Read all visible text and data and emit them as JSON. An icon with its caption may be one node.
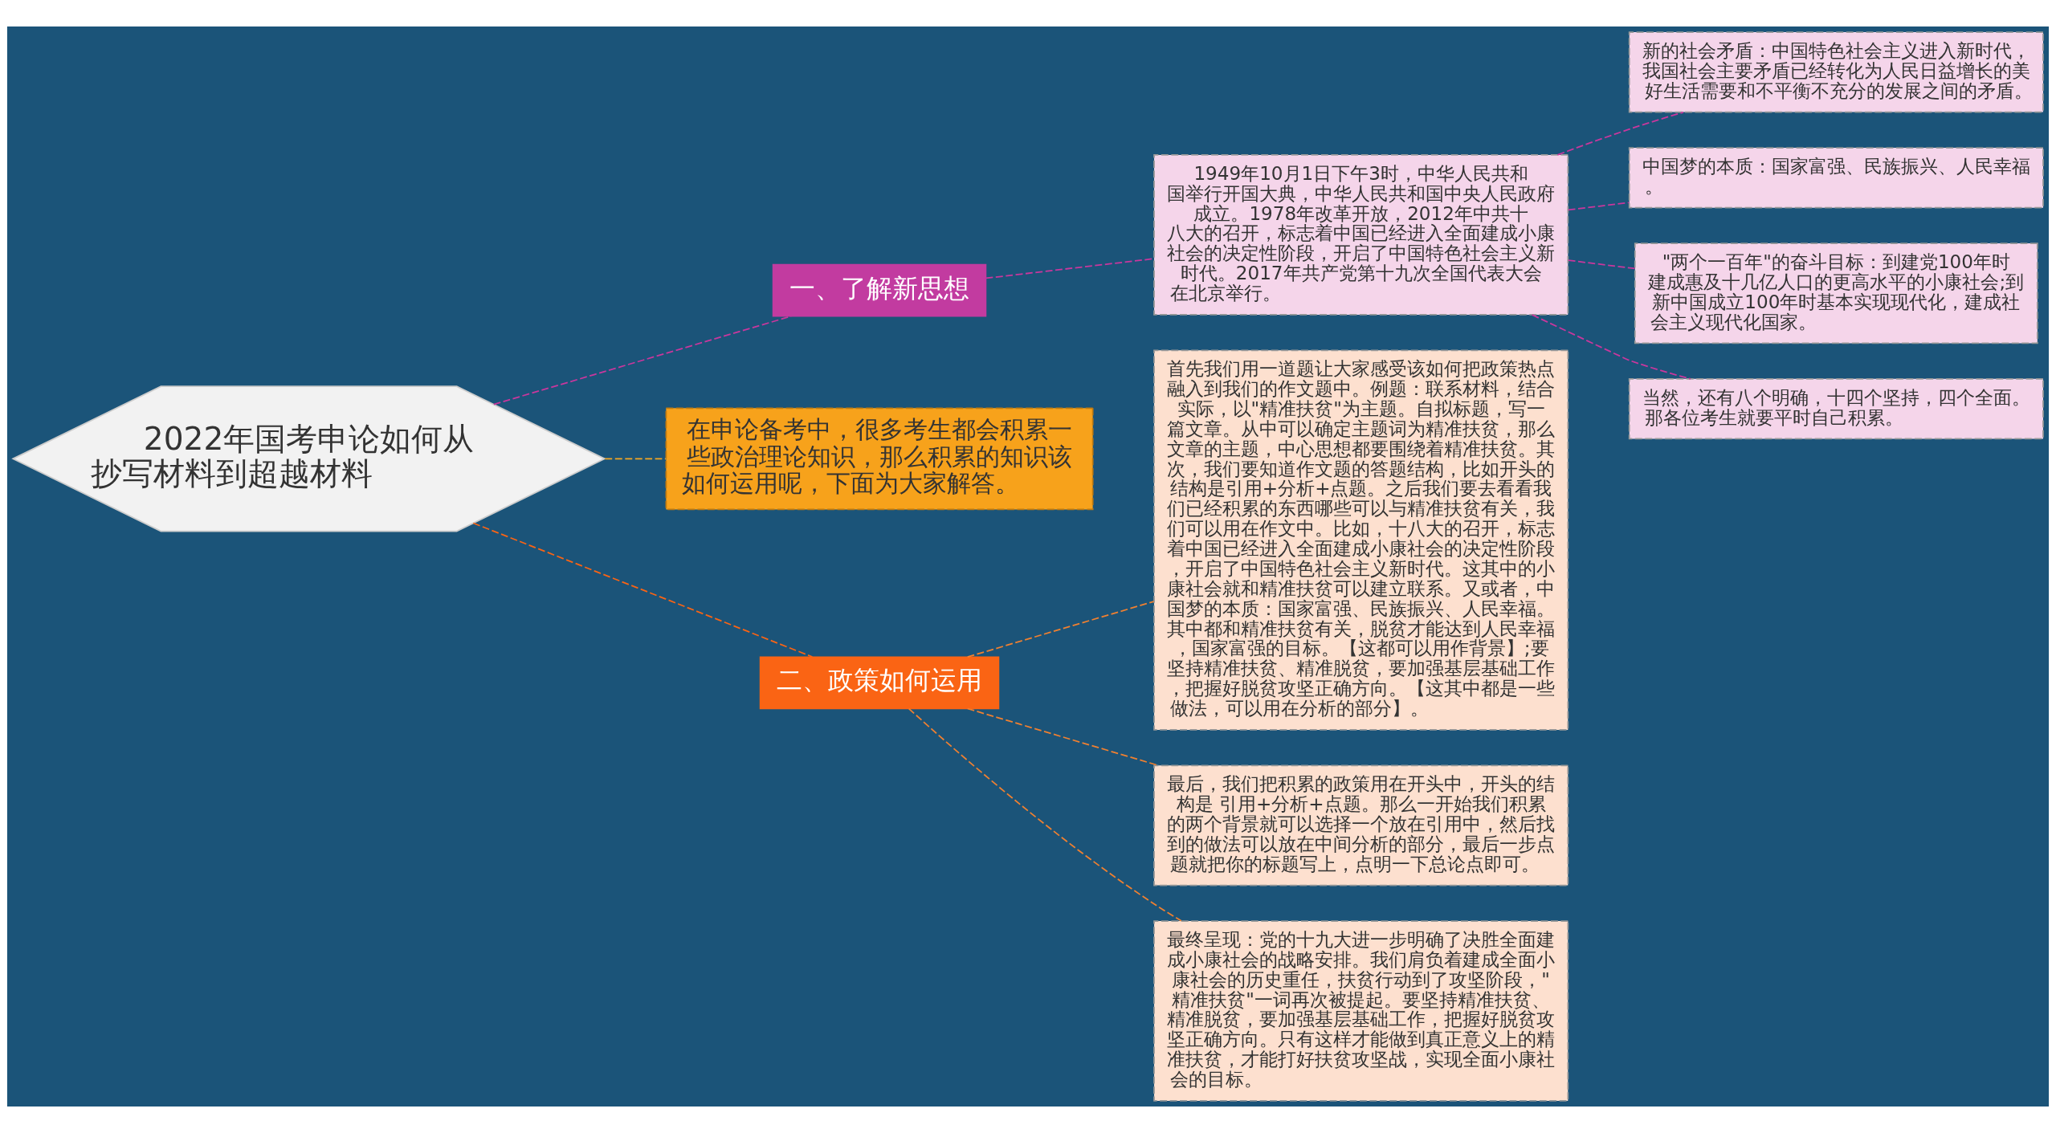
{
  "diagram": {
    "nodes": [
      {
        "text": [
          "2022年国考申论如何从抄写材料到超越材料"
        ]
      },
      {
        "text": [
          "一、了解新思想"
        ]
      },
      {
        "text": [
          "1949年10月1日下午3时，中华人民共和国举行开国大典，中华人民共和国中央人民政府成立。1978年改革开放，2012年中共十八大的召开，标志着中国已经进入全面建成小康社会的决定性阶段，开启了中国特色社会主义新时代。2017年共产党第十九次全国代表大会在北京举行。"
        ]
      },
      {
        "text": [
          "新的社会矛盾：中国特色社会主义进入新时代，我国社会主要矛盾已经转化为人民日益增长的美好生活需要和不平衡不充分的发展之间的矛盾。"
        ]
      },
      {
        "text": [
          "中国梦的本质：国家富强、民族振兴、人民幸福。"
        ]
      },
      {
        "text": [
          "\"两个一百年\"的奋斗目标：到建党100年时建成惠及十几亿人口的更高水平的小康社会;到新中国成立100年时基本实现现代化，建成社会主义现代化国家。"
        ]
      },
      {
        "text": [
          "当然，还有八个明确，十四个坚持，四个全面。那各位考生就要平时自己积累。"
        ]
      },
      {
        "text": [
          "在申论备考中，很多考生都会积累一些政治理论知识，那么积累的知识该如何运用呢，下面为大家解答。"
        ]
      },
      {
        "text": [
          "二、政策如何运用"
        ]
      },
      {
        "text": [
          "首先我们用一道题让大家感受该如何把政策热点融入到我们的作文题中。例题：联系材料，结合实际，以\"精准扶贫\"为主题。自拟标题，写一篇文章。从中可以确定主题词为精准扶贫，那么文章的主题，中心思想都要围绕着精准扶贫。其次，我们要知道作文题的答题结构，比如开头的结构是引用+分析+点题。之后我们要去看看我们已经积累的东西哪些可以与精准扶贫有关，我们可以用在作文中。比如，十八大的召开，标志着中国已经进入全面建成小康社会的决定性阶段，开启了中国特色社会主义新时代。这其中的小康社会就和精准扶贫可以建立联系。又或者，中国梦的本质：国家富强、民族振兴、人民幸福。其中都和精准扶贫有关，脱贫才能达到人民幸福，国家富强的目标。【这都可以用作背景】;要坚持精准扶贫、精准脱贫，要加强基层基础工作，把握好脱贫攻坚正确方向。【这其中都是一些做法，可以用在分析的部分】。"
        ]
      },
      {
        "text": [
          "最后，我们把积累的政策用在开头中，开头的结构是 引用+分析+点题。那么一开始我们积累的两个背景就可以选择一个放在引用中，然后找到的做法可以放在中间分析的部分，最后一步点题就把你的标题写上，点明一下总论点即可。"
        ]
      },
      {
        "text": [
          "最终呈现：党的十九大进一步明确了决胜全面建成小康社会的战略安排。我们肩负着建成全面小康社会的历史重任，扶贫行动到了攻坚阶段，\"精准扶贫\"一词再次被提起。要坚持精准扶贫、精准脱贫，要加强基层基础工作，把握好脱贫攻坚正确方向。只有这样才能做到真正意义上的精准扶贫，才能打好扶贫攻坚战，实现全面小康社会的目标。"
        ]
      }
    ],
    "edges": [
      {
        "from": 0,
        "to": 1,
        "arrow": "none",
        "style": "dashed",
        "color": "#c9379d"
      },
      {
        "from": 1,
        "to": 2,
        "arrow": "none",
        "style": "dashed",
        "color": "#c9379d"
      },
      {
        "from": 2,
        "to": 3,
        "arrow": "none",
        "style": "dashed",
        "color": "#c9379d"
      },
      {
        "from": 2,
        "to": 4,
        "arrow": "none",
        "style": "dashed",
        "color": "#c9379d"
      },
      {
        "from": 2,
        "to": 5,
        "arrow": "none",
        "style": "dashed",
        "color": "#c9379d"
      },
      {
        "from": 2,
        "to": 6,
        "arrow": "none",
        "style": "dashed",
        "color": "#c9379d"
      },
      {
        "from": 0,
        "to": 7,
        "arrow": "none",
        "style": "dashed",
        "color": "#f5a623"
      },
      {
        "from": 0,
        "to": 8,
        "arrow": "none",
        "style": "dashed",
        "color": "#fa6414"
      },
      {
        "from": 8,
        "to": 9,
        "arrow": "none",
        "style": "dashed",
        "color": "#f08030"
      },
      {
        "from": 8,
        "to": 10,
        "arrow": "none",
        "style": "dashed",
        "color": "#f08030"
      },
      {
        "from": 8,
        "to": 11,
        "arrow": "none",
        "style": "dashed",
        "color": "#f08030"
      }
    ]
  }
}
